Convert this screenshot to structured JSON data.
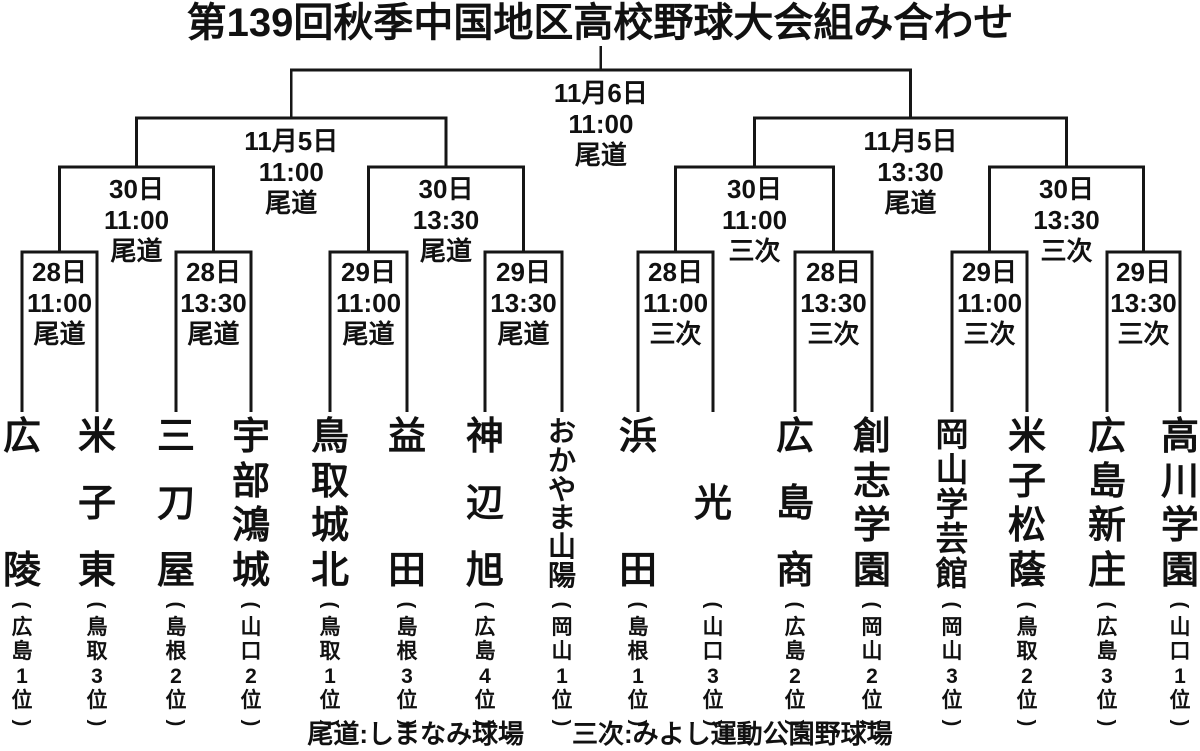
{
  "title": "第139回秋季中国地区高校野球大会組み合わせ",
  "final": {
    "date": "11月6日",
    "time": "11:00",
    "venue": "尾道"
  },
  "semifinals": [
    {
      "date": "11月5日",
      "time": "11:00",
      "venue": "尾道"
    },
    {
      "date": "11月5日",
      "time": "13:30",
      "venue": "尾道"
    }
  ],
  "quarterfinals": [
    {
      "date": "30日",
      "time": "11:00",
      "venue": "尾道"
    },
    {
      "date": "30日",
      "time": "13:30",
      "venue": "尾道"
    },
    {
      "date": "30日",
      "time": "11:00",
      "venue": "三次"
    },
    {
      "date": "30日",
      "time": "13:30",
      "venue": "三次"
    }
  ],
  "first_round": [
    {
      "date": "28日",
      "time": "11:00",
      "venue": "尾道"
    },
    {
      "date": "28日",
      "time": "13:30",
      "venue": "尾道"
    },
    {
      "date": "29日",
      "time": "11:00",
      "venue": "尾道"
    },
    {
      "date": "29日",
      "time": "13:30",
      "venue": "尾道"
    },
    {
      "date": "28日",
      "time": "11:00",
      "venue": "三次"
    },
    {
      "date": "28日",
      "time": "13:30",
      "venue": "三次"
    },
    {
      "date": "29日",
      "time": "11:00",
      "venue": "三次"
    },
    {
      "date": "29日",
      "time": "13:30",
      "venue": "三次"
    }
  ],
  "teams": [
    {
      "name": "広陵",
      "seed": "(広島1位)"
    },
    {
      "name": "米子東",
      "seed": "(鳥取3位)"
    },
    {
      "name": "三刀屋",
      "seed": "(島根2位)"
    },
    {
      "name": "宇部鴻城",
      "seed": "(山口2位)"
    },
    {
      "name": "鳥取城北",
      "seed": "(鳥取1位)"
    },
    {
      "name": "益田",
      "seed": "(島根3位)"
    },
    {
      "name": "神辺旭",
      "seed": "(広島4位)"
    },
    {
      "name": "おかやま山陽",
      "seed": "(岡山1位)"
    },
    {
      "name": "浜田",
      "seed": "(島根1位)"
    },
    {
      "name": "光",
      "seed": "(山口3位)"
    },
    {
      "name": "広島商",
      "seed": "(広島2位)"
    },
    {
      "name": "創志学園",
      "seed": "(岡山2位)"
    },
    {
      "name": "岡山学芸館",
      "seed": "(岡山3位)"
    },
    {
      "name": "米子松蔭",
      "seed": "(鳥取2位)"
    },
    {
      "name": "広島新庄",
      "seed": "(広島3位)"
    },
    {
      "name": "高川学園",
      "seed": "(山口1位)"
    }
  ],
  "footer": {
    "onomichi": "尾道:しまなみ球場",
    "miyoshi": "三次:みよし運動公園野球場"
  },
  "colors": {
    "line": "#161616",
    "text": "#111111",
    "background": "#ffffff"
  }
}
